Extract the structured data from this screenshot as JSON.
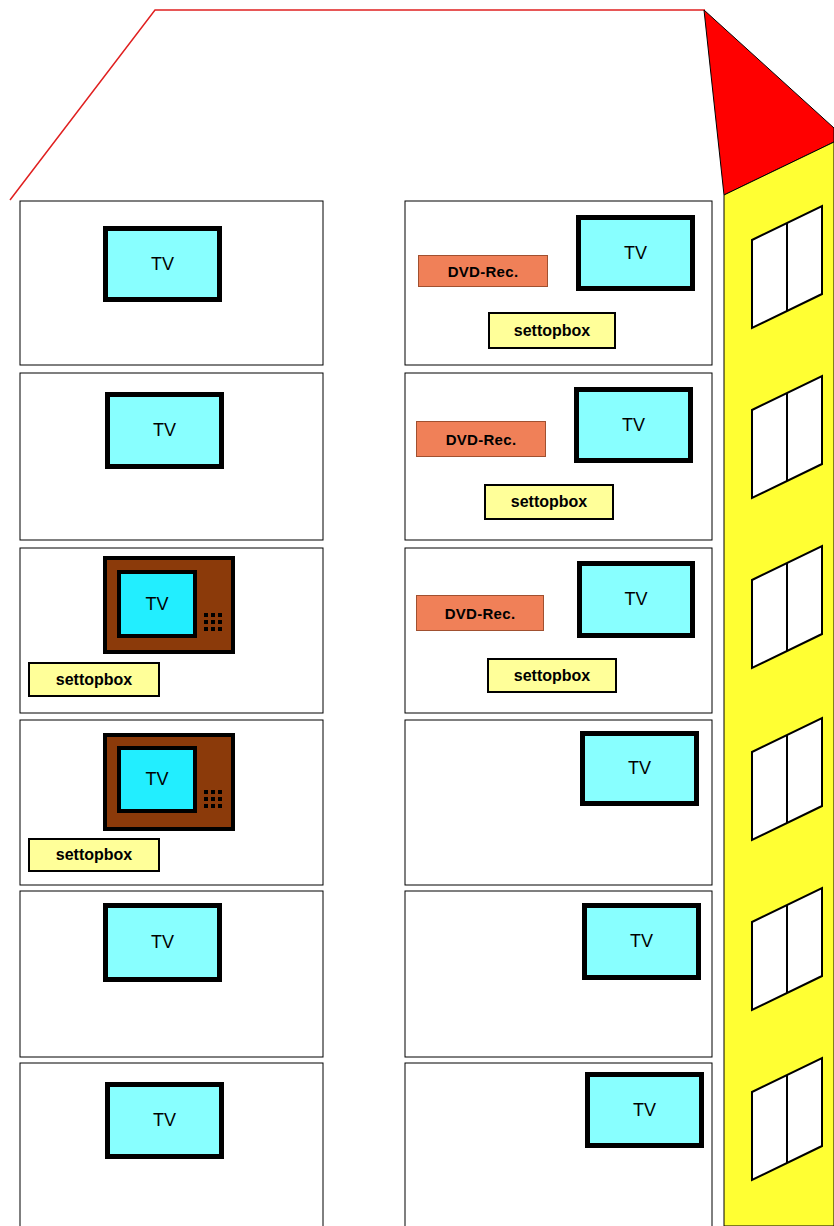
{
  "diagram": {
    "nodes": [
      {
        "text": [
          "TV"
        ]
      },
      {
        "text": [
          "DVD-Rec."
        ]
      },
      {
        "text": [
          "TV"
        ]
      },
      {
        "text": [
          "settopbox"
        ]
      },
      {
        "text": [
          "TV"
        ]
      },
      {
        "text": [
          "DVD-Rec."
        ]
      },
      {
        "text": [
          "TV"
        ]
      },
      {
        "text": [
          "settopbox"
        ]
      },
      {
        "text": [
          "TV"
        ]
      },
      {
        "text": [
          "settopbox"
        ]
      },
      {
        "text": [
          "DVD-Rec."
        ]
      },
      {
        "text": [
          "TV"
        ]
      },
      {
        "text": [
          "settopbox"
        ]
      },
      {
        "text": [
          "TV"
        ]
      },
      {
        "text": [
          "settopbox"
        ]
      },
      {
        "text": [
          "TV"
        ]
      },
      {
        "text": [
          "TV"
        ]
      },
      {
        "text": [
          "TV"
        ]
      },
      {
        "text": [
          "TV"
        ]
      },
      {
        "text": [
          "TV"
        ]
      }
    ]
  }
}
